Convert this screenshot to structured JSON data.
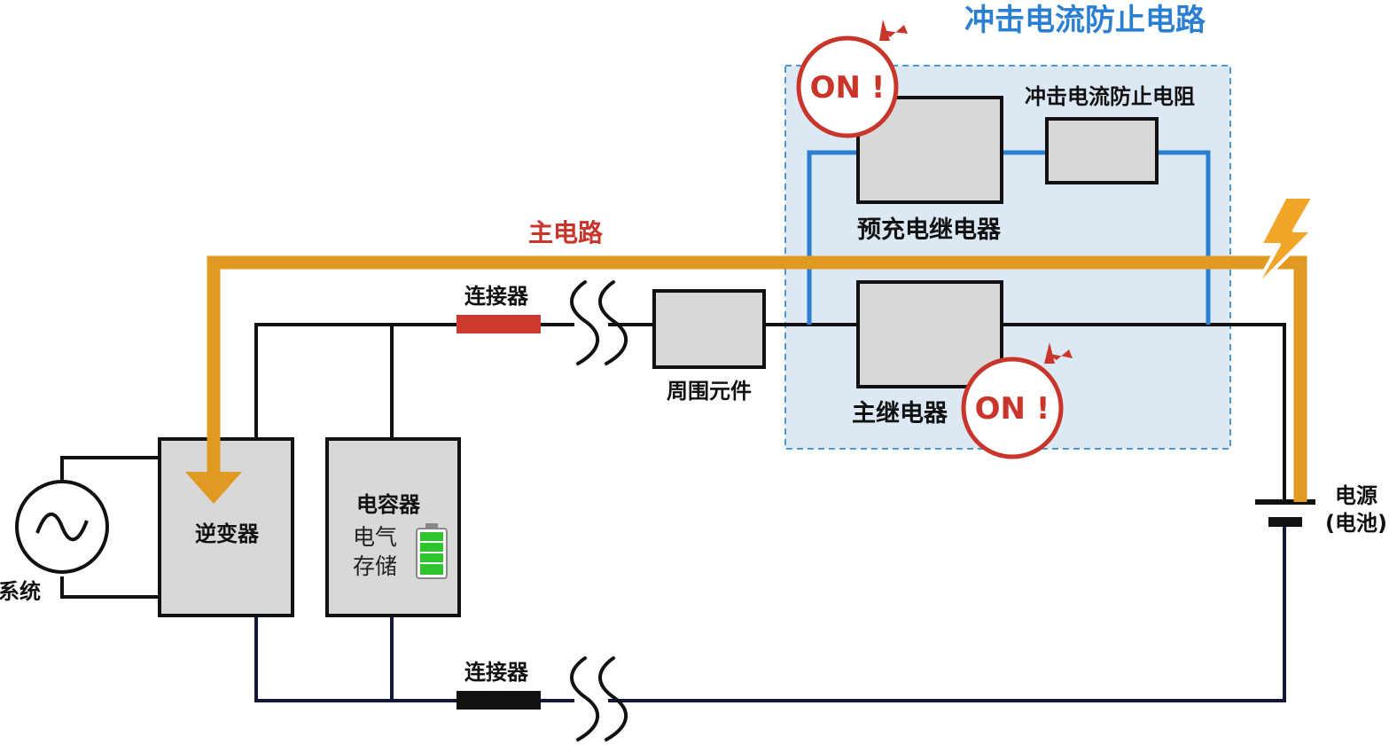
{
  "title": "冲击电流防止电路",
  "main_circuit_label": "主电路",
  "components": {
    "inrush_resistor": "冲击电流防止电阻",
    "precharge_relay": "预充电继电器",
    "main_relay": "主继电器",
    "peripheral": "周围元件",
    "connector_top": "连接器",
    "connector_bottom": "连接器",
    "inverter": "逆变器",
    "capacitor": "电容器",
    "capacitor_desc_line1": "电气",
    "capacitor_desc_line2": "存储",
    "grid": "系统",
    "power_line1": "电源",
    "power_line2": "(电池)"
  },
  "badges": {
    "precharge_on": "ON !",
    "main_on": "ON !"
  },
  "colors": {
    "title_blue": "#2a7fd0",
    "region_fill": "#dce8f4",
    "region_border": "#4f97d8",
    "precharge_path": "#2a7fd0",
    "main_path_orange": "#e09a22",
    "main_label_red": "#c9352b",
    "connector_red": "#cc3a2f",
    "connector_black": "#111111",
    "component_gray": "#d8d8d8",
    "wire_black": "#111111",
    "wire_navy": "#13183a",
    "battery_green": "#2ec52e"
  },
  "icons": {
    "grid_source": "ac-source-icon",
    "spark": "lightning-spark-icon",
    "battery": "battery-icon",
    "wire_break": "wire-break-icon"
  }
}
